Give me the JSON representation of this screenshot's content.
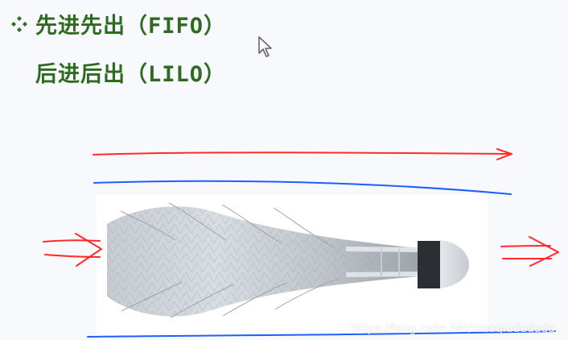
{
  "slide": {
    "line1_prefix": "先进先出（",
    "line1_code": "FIFO",
    "line1_suffix": "）",
    "line2_prefix": "后进后出（",
    "line2_code": "LILO",
    "line2_suffix": "）",
    "watermark": "https://blog.csdn.net/xiaoqiudadada"
  },
  "icons": {
    "bullet": "diamond-bullet-icon",
    "cursor": "mouse-pointer-icon",
    "arrow_left": "red-right-arrow-icon",
    "arrow_right": "red-right-arrow-icon"
  },
  "colors": {
    "heading_green": "#2f6b1f",
    "red_arrow": "#ff2b2b",
    "blue_line": "#1f5fff"
  }
}
